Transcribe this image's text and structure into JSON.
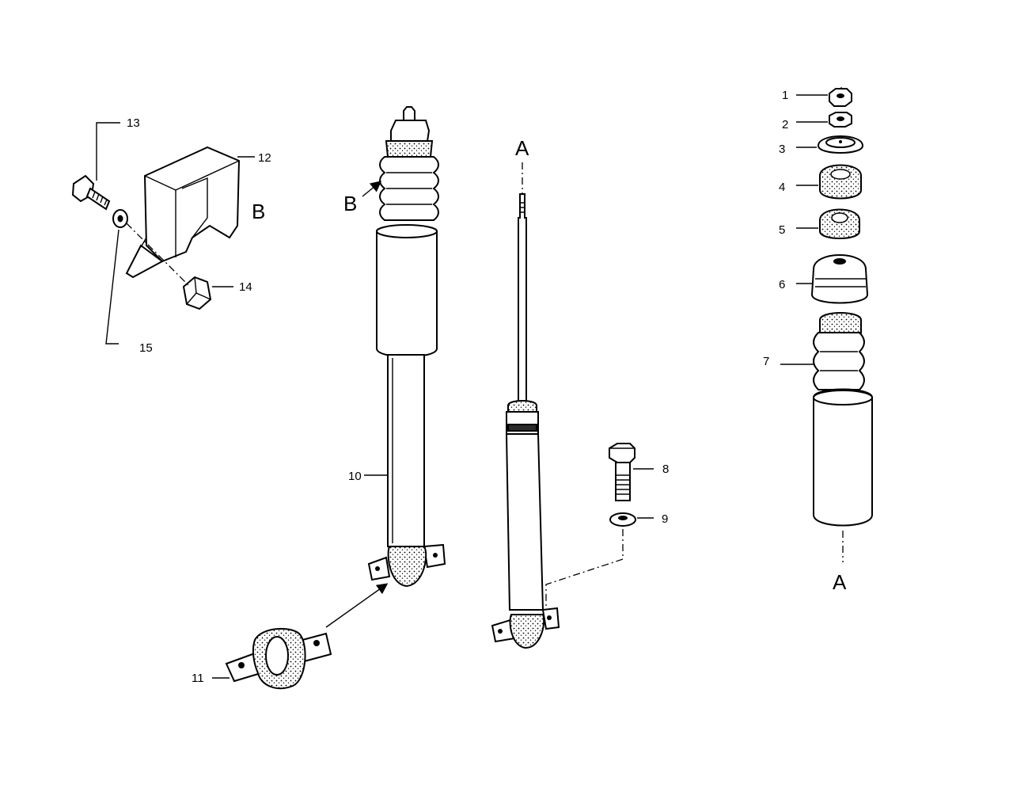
{
  "callouts": {
    "c1": "1",
    "c2": "2",
    "c3": "3",
    "c4": "4",
    "c5": "5",
    "c6": "6",
    "c7": "7",
    "c8": "8",
    "c9": "9",
    "c10": "10",
    "c11": "11",
    "c12": "12",
    "c13": "13",
    "c14": "14",
    "c15": "15"
  },
  "references": {
    "a_top": "A",
    "a_bottom": "A",
    "b_shock": "B",
    "b_shield": "B"
  }
}
